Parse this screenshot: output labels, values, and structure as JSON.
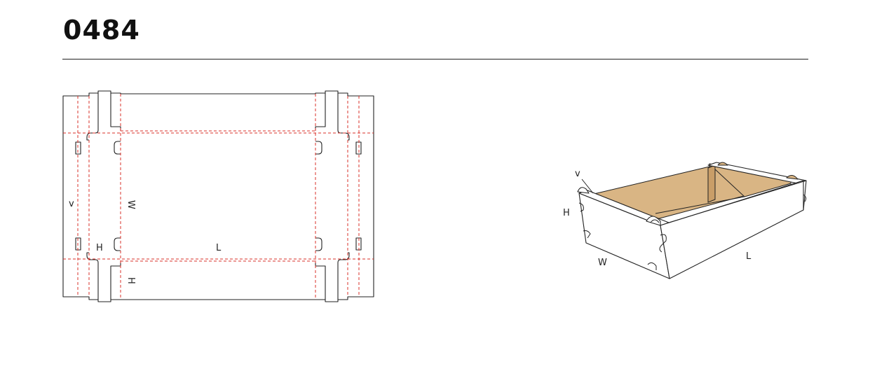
{
  "title": "0484",
  "flat_labels": {
    "v": "v",
    "w": "W",
    "h_left": "H",
    "l": "L",
    "h_bottom": "H"
  },
  "iso_labels": {
    "v": "v",
    "h": "H",
    "w": "W",
    "l": "L"
  },
  "colors": {
    "cut_line": "#222222",
    "fold_line": "#d9302a",
    "kraft": "#d9b584"
  }
}
